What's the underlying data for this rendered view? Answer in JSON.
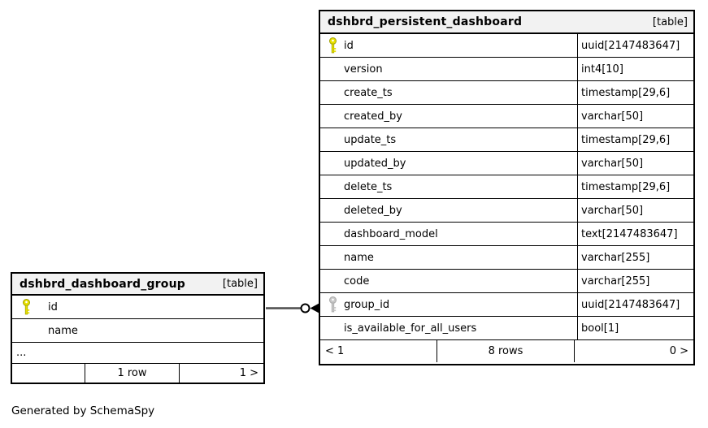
{
  "page": {
    "footer_note": "Generated by SchemaSpy"
  },
  "colors": {
    "header_bg": "#f2f2f2",
    "border": "#000000",
    "primary_key": "#e8e000",
    "foreign_key": "#c8c8c8",
    "relation_line": "#4d4d4d"
  },
  "right_table": {
    "title": "dshbrd_persistent_dashboard",
    "type_label": "[table]",
    "columns": [
      {
        "name": "id",
        "type": "uuid[2147483647]",
        "key": "primary"
      },
      {
        "name": "version",
        "type": "int4[10]",
        "key": ""
      },
      {
        "name": "create_ts",
        "type": "timestamp[29,6]",
        "key": ""
      },
      {
        "name": "created_by",
        "type": "varchar[50]",
        "key": ""
      },
      {
        "name": "update_ts",
        "type": "timestamp[29,6]",
        "key": ""
      },
      {
        "name": "updated_by",
        "type": "varchar[50]",
        "key": ""
      },
      {
        "name": "delete_ts",
        "type": "timestamp[29,6]",
        "key": ""
      },
      {
        "name": "deleted_by",
        "type": "varchar[50]",
        "key": ""
      },
      {
        "name": "dashboard_model",
        "type": "text[2147483647]",
        "key": ""
      },
      {
        "name": "name",
        "type": "varchar[255]",
        "key": ""
      },
      {
        "name": "code",
        "type": "varchar[255]",
        "key": ""
      },
      {
        "name": "group_id",
        "type": "uuid[2147483647]",
        "key": "foreign"
      },
      {
        "name": "is_available_for_all_users",
        "type": "bool[1]",
        "key": ""
      }
    ],
    "footer": {
      "parents": "< 1",
      "rows": "8 rows",
      "children": "0 >"
    }
  },
  "left_table": {
    "title": "dshbrd_dashboard_group",
    "type_label": "[table]",
    "columns": [
      {
        "name": "id",
        "key": "primary"
      },
      {
        "name": "name",
        "key": ""
      }
    ],
    "ellipsis": "...",
    "footer": {
      "parents": "",
      "rows": "1 row",
      "children": "1 >"
    }
  }
}
